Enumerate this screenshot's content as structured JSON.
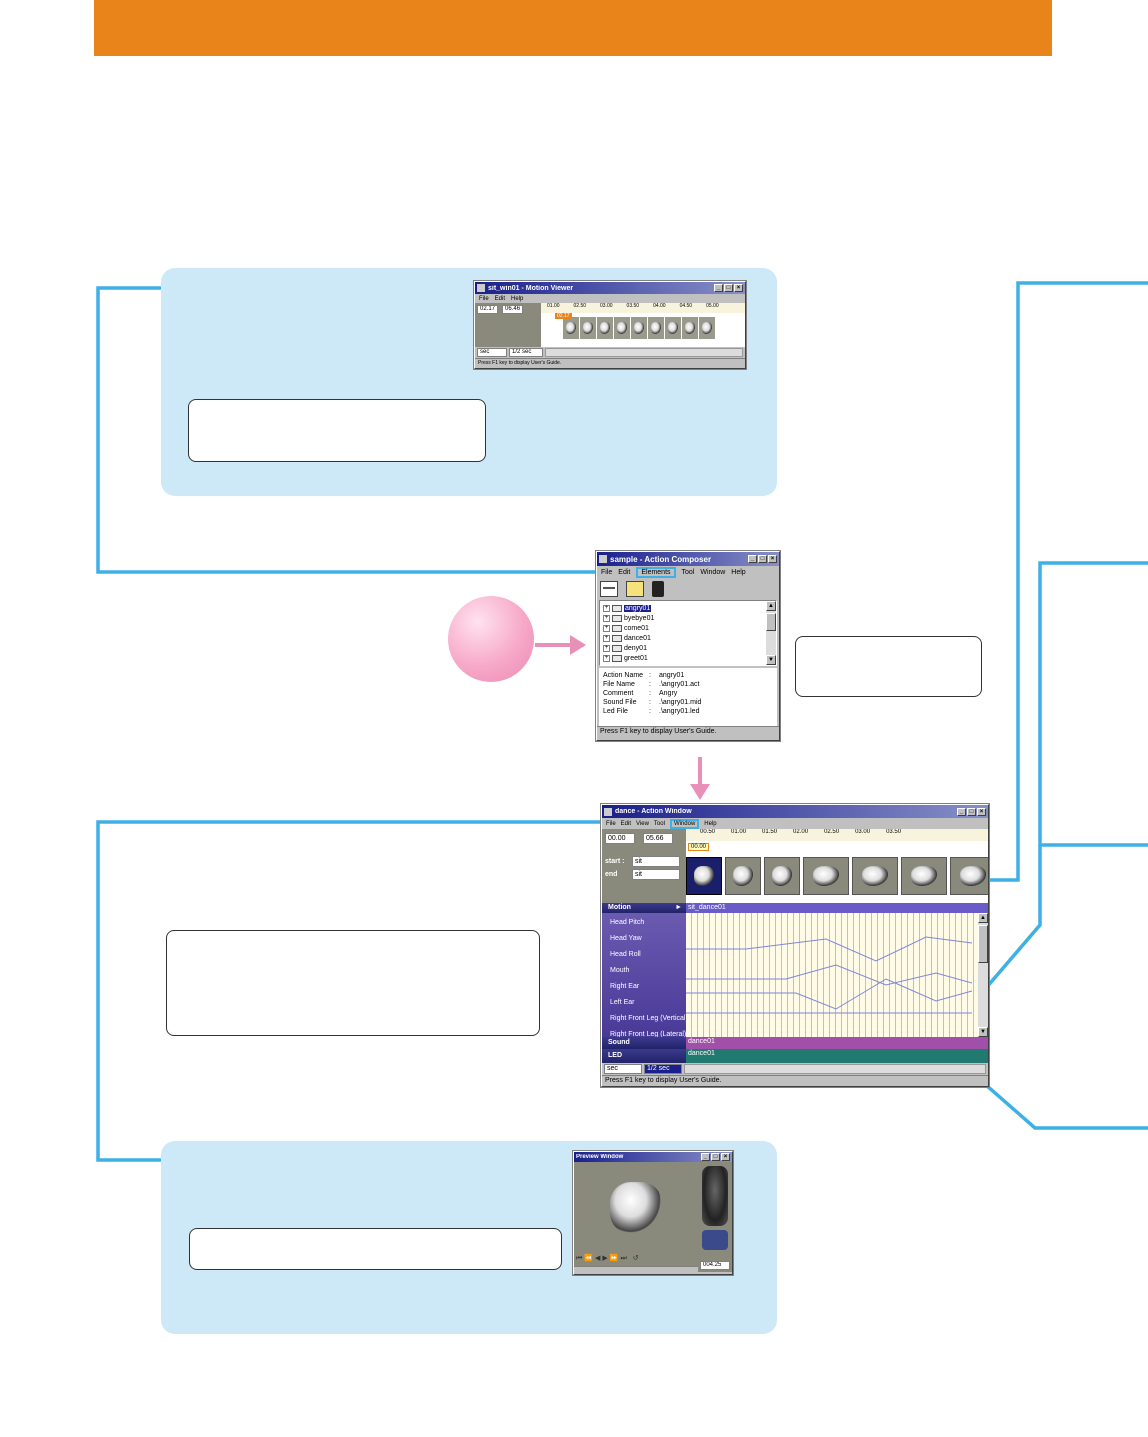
{
  "motion_viewer": {
    "title": "sit_win01 - Motion Viewer",
    "menu": [
      "File",
      "Edit",
      "Help"
    ],
    "start_time": "02.17",
    "end_time": "06.46",
    "ruler_ticks": [
      "01.00",
      "02.50",
      "03.00",
      "03.50",
      "04.00",
      "04.50",
      "05.00"
    ],
    "marker": "02.17",
    "unit_select": "sec",
    "scale_select": "1/2 sec",
    "status": "Press F1 key to display User's Guide."
  },
  "action_composer": {
    "title": "sample - Action Composer",
    "menu": [
      "File",
      "Edit",
      "Elements",
      "Tool",
      "Window",
      "Help"
    ],
    "highlighted_menu": "Elements",
    "tree_items": [
      "angry01",
      "byebye01",
      "come01",
      "dance01",
      "deny01",
      "greet01"
    ],
    "selected_item": "angry01",
    "info": [
      {
        "key": "Action Name",
        "value": "angry01"
      },
      {
        "key": "File Name",
        "value": ".\\angry01.act"
      },
      {
        "key": "Comment",
        "value": "Angry"
      },
      {
        "key": "Sound File",
        "value": ".\\angry01.mid"
      },
      {
        "key": "Led File",
        "value": ".\\angry01.led"
      }
    ],
    "status": "Press F1 key to display User's Guide."
  },
  "action_window": {
    "title": "dance - Action Window",
    "menu": [
      "File",
      "Edit",
      "View",
      "Tool",
      "Window",
      "Help"
    ],
    "highlighted_menu": "Window",
    "start_time": "00.00",
    "end_time": "05.66",
    "current_time": "00.00",
    "ruler_ticks": [
      "00.50",
      "01.00",
      "01.50",
      "02.00",
      "02.50",
      "03.00",
      "03.50"
    ],
    "start_label": "start :",
    "end_label": "end",
    "start_value": "sit",
    "end_value": "sit",
    "motion_label": "Motion",
    "motion_segment": "sit_dance01",
    "joints": [
      "Head Pitch",
      "Head Yaw",
      "Head Roll",
      "Mouth",
      "Right Ear",
      "Left Ear",
      "Right Front Leg (Vertical)",
      "Right Front Leg (Lateral)"
    ],
    "sound_label": "Sound",
    "sound_segment": "dance01",
    "led_label": "LED",
    "led_segment": "dance01",
    "unit_select": "sec",
    "scale_select": "1/2 sec",
    "status": "Press F1 key to display User's Guide."
  },
  "preview_window": {
    "title": "Preview Window",
    "counter": "004.25"
  },
  "colors": {
    "header": "#e8841a",
    "panel": "#cde8f7",
    "connector": "#3fb0e6",
    "pink_arrow": "#e890b8"
  }
}
